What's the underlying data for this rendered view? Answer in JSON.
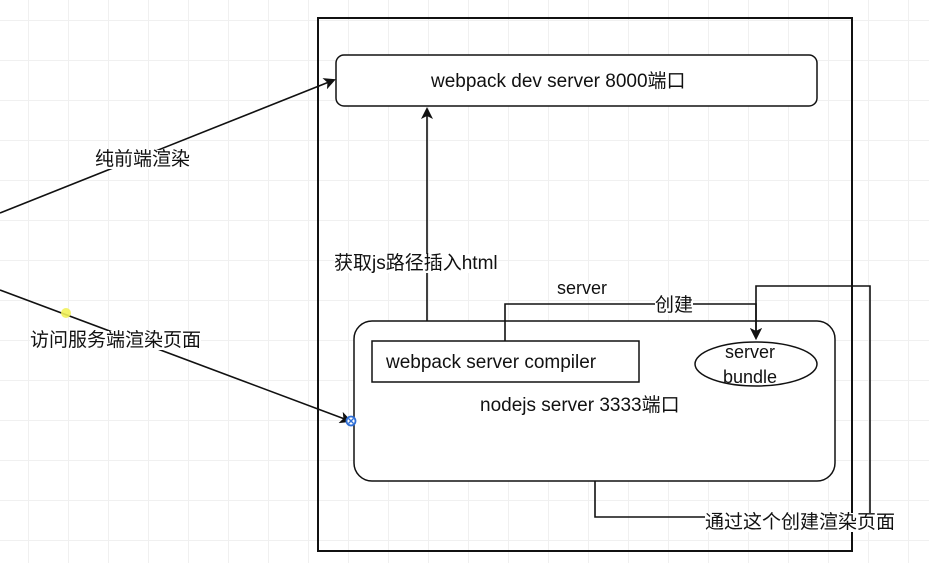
{
  "nodes": {
    "dev_server": "webpack dev server  8000端口",
    "compiler": "webpack server compiler",
    "bundle_line1": "server",
    "bundle_line2": "bundle",
    "nodejs_server": "nodejs server  3333端口"
  },
  "edges": {
    "pure_frontend": "纯前端渲染",
    "server_render": "访问服务端渲染页面",
    "get_js_path": "获取js路径插入html",
    "compiler_server": "server",
    "compiler_create": "创建",
    "render_via_bundle": "通过这个创建渲染页面"
  },
  "colors": {
    "stroke": "#111111",
    "background": "#ffffff",
    "connection_point": "#2f6fd6",
    "hover_dot": "#f2f25a"
  }
}
